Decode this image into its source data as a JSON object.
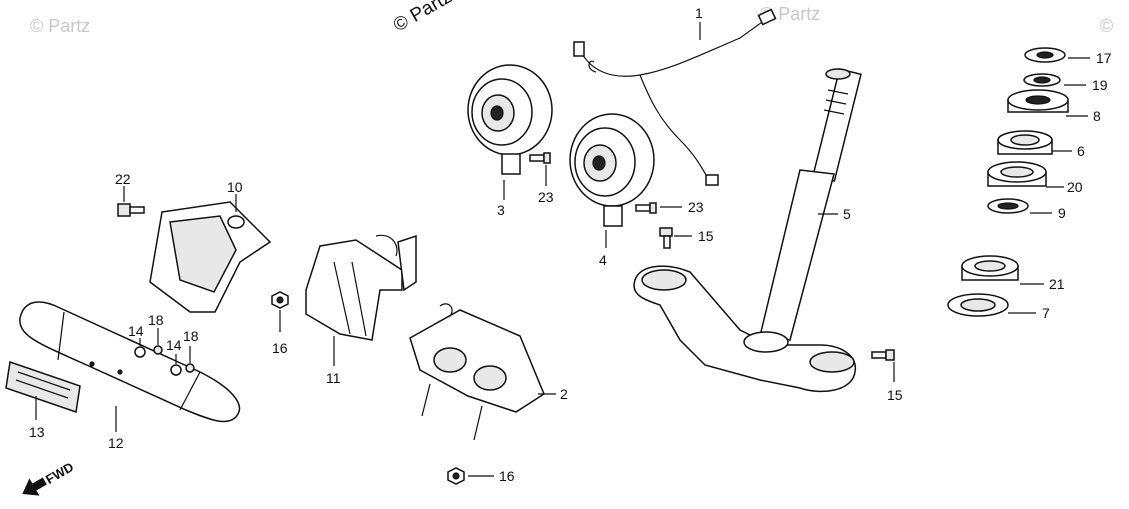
{
  "watermarks": [
    "© Partz",
    "© Partz",
    "© Partz",
    "©"
  ],
  "fwd_label": "FWD",
  "callouts": {
    "p1": "1",
    "p2": "2",
    "p3": "3",
    "p4": "4",
    "p5": "5",
    "p6": "6",
    "p7": "7",
    "p8": "8",
    "p9": "9",
    "p10": "10",
    "p11": "11",
    "p12": "12",
    "p13": "13",
    "p14a": "14",
    "p14b": "14",
    "p15a": "15",
    "p15b": "15",
    "p16a": "16",
    "p16b": "16",
    "p17": "17",
    "p18a": "18",
    "p18b": "18",
    "p19": "19",
    "p20": "20",
    "p21": "21",
    "p22": "22",
    "p23a": "23",
    "p23b": "23"
  }
}
